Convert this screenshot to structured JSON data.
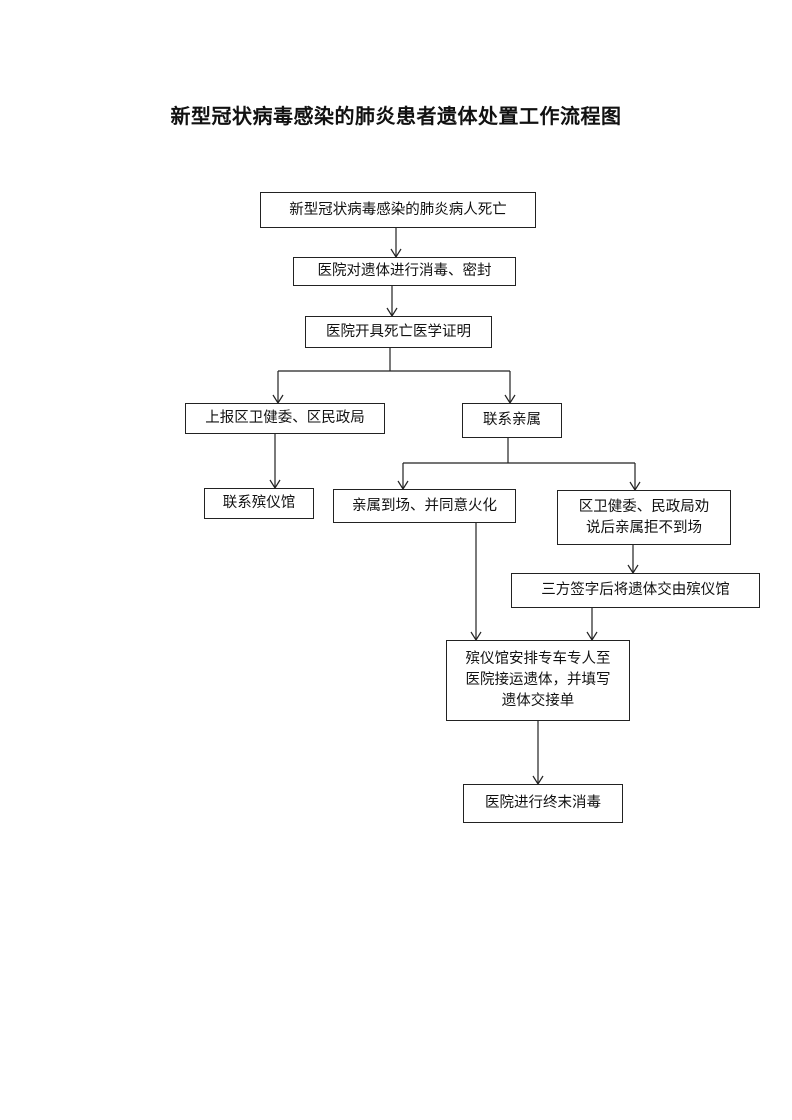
{
  "title": "新型冠状病毒感染的肺炎患者遗体处置工作流程图",
  "nodes": {
    "death": "新型冠状病毒感染的肺炎病人死亡",
    "disinfect_seal": "医院对遗体进行消毒、密封",
    "death_certificate": "医院开具死亡医学证明",
    "report": "上报区卫健委、区民政局",
    "contact_relatives": "联系亲属",
    "contact_funeral_home": "联系殡仪馆",
    "relatives_agree": "亲属到场、并同意火化",
    "persuade_line1": "区卫健委、民政局劝",
    "persuade_line2": "说后亲属拒不到场",
    "tripartite_sign": "三方签字后将遗体交由殡仪馆",
    "transport_line1": "殡仪馆安排专车专人至",
    "transport_line2": "医院接运遗体，并填写",
    "transport_line3": "遗体交接单",
    "final_disinfect": "医院进行终末消毒"
  }
}
